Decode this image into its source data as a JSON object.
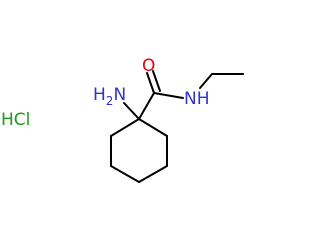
{
  "molecule": {
    "atom_labels": {
      "amine_main": "H",
      "amine_sub": "2",
      "amine_n": "N",
      "carbonyl_o": "O",
      "amide_nh": "NH",
      "salt": "HCl"
    },
    "colors": {
      "bond": "#000000",
      "nitrogen": "#3333cc",
      "oxygen": "#e8000b",
      "chlorine": "#1f9b1f"
    }
  }
}
